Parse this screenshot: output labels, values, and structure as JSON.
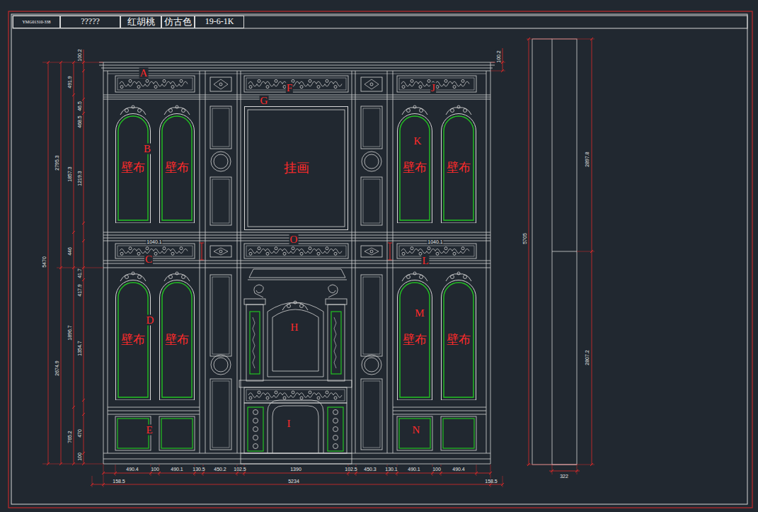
{
  "diagram": {
    "nodes": [
      {
        "text": [
          "YMG01310-338"
        ]
      },
      {
        "text": [
          "?????"
        ]
      },
      {
        "text": [
          "红胡桃"
        ]
      },
      {
        "text": [
          "仿古色"
        ]
      },
      {
        "text": [
          "19-6-1K"
        ]
      },
      {
        "text": [
          "壁布"
        ]
      },
      {
        "text": [
          "壁布"
        ]
      },
      {
        "text": [
          "挂画"
        ]
      },
      {
        "text": [
          "壁布"
        ]
      },
      {
        "text": [
          "壁布"
        ]
      },
      {
        "text": [
          "壁布"
        ]
      },
      {
        "text": [
          "壁布"
        ]
      },
      {
        "text": [
          "壁布"
        ]
      },
      {
        "text": [
          "壁布"
        ]
      }
    ],
    "labels": [
      "A",
      "B",
      "C",
      "D",
      "E",
      "F",
      "G",
      "H",
      "I",
      "J",
      "K",
      "L",
      "M",
      "N",
      "O",
      "5470",
      "2795.3",
      "2674.9",
      "491.9",
      "1857.3",
      "446",
      "1896.7",
      "765.2",
      "100.2",
      "46.5",
      "468.5",
      "1219.3",
      "41.7",
      "417.9",
      "1354.7",
      "470",
      "100",
      "1040.1",
      "1040.1",
      "490.4",
      "100",
      "490.1",
      "130.5",
      "450.2",
      "102.5",
      "1390",
      "102.5",
      "450.3",
      "130.1",
      "490.1",
      "100",
      "490.4",
      "158.5",
      "5234",
      "158.5",
      "100.2",
      "5705",
      "2897.8",
      "2807.2",
      "322"
    ]
  }
}
